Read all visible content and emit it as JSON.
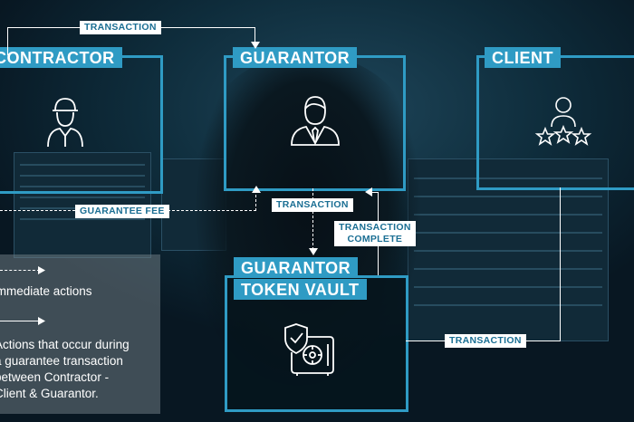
{
  "nodes": {
    "contractor": {
      "title": "CONTRACTOR",
      "icon": "worker-icon"
    },
    "guarantor": {
      "title": "GUARANTOR",
      "icon": "businessman-icon"
    },
    "client": {
      "title": "CLIENT",
      "icon": "rating-stars-user-icon"
    },
    "vault": {
      "title_line1": "GUARANTOR",
      "title_line2": "TOKEN VAULT",
      "icon": "shield-safe-icon"
    }
  },
  "edges": {
    "contractor_to_guarantor": "TRANSACTION",
    "guarantee_fee": "GUARANTEE FEE",
    "guarantor_to_vault": "TRANSACTION",
    "transaction_complete_line1": "TRANSACTION",
    "transaction_complete_line2": "COMPLETE",
    "client_to_vault": "TRANSACTION"
  },
  "legend": {
    "immediate": "Immediate actions",
    "during_line1": "Actions that occur during",
    "during_line2": "a guarantee transaction",
    "during_line3": "between Contractor -",
    "during_line4": "Client & Guarantor."
  },
  "colors": {
    "accent": "#2f9bc4",
    "tag_text": "#1a6e93",
    "background": "#0b1f2b"
  }
}
